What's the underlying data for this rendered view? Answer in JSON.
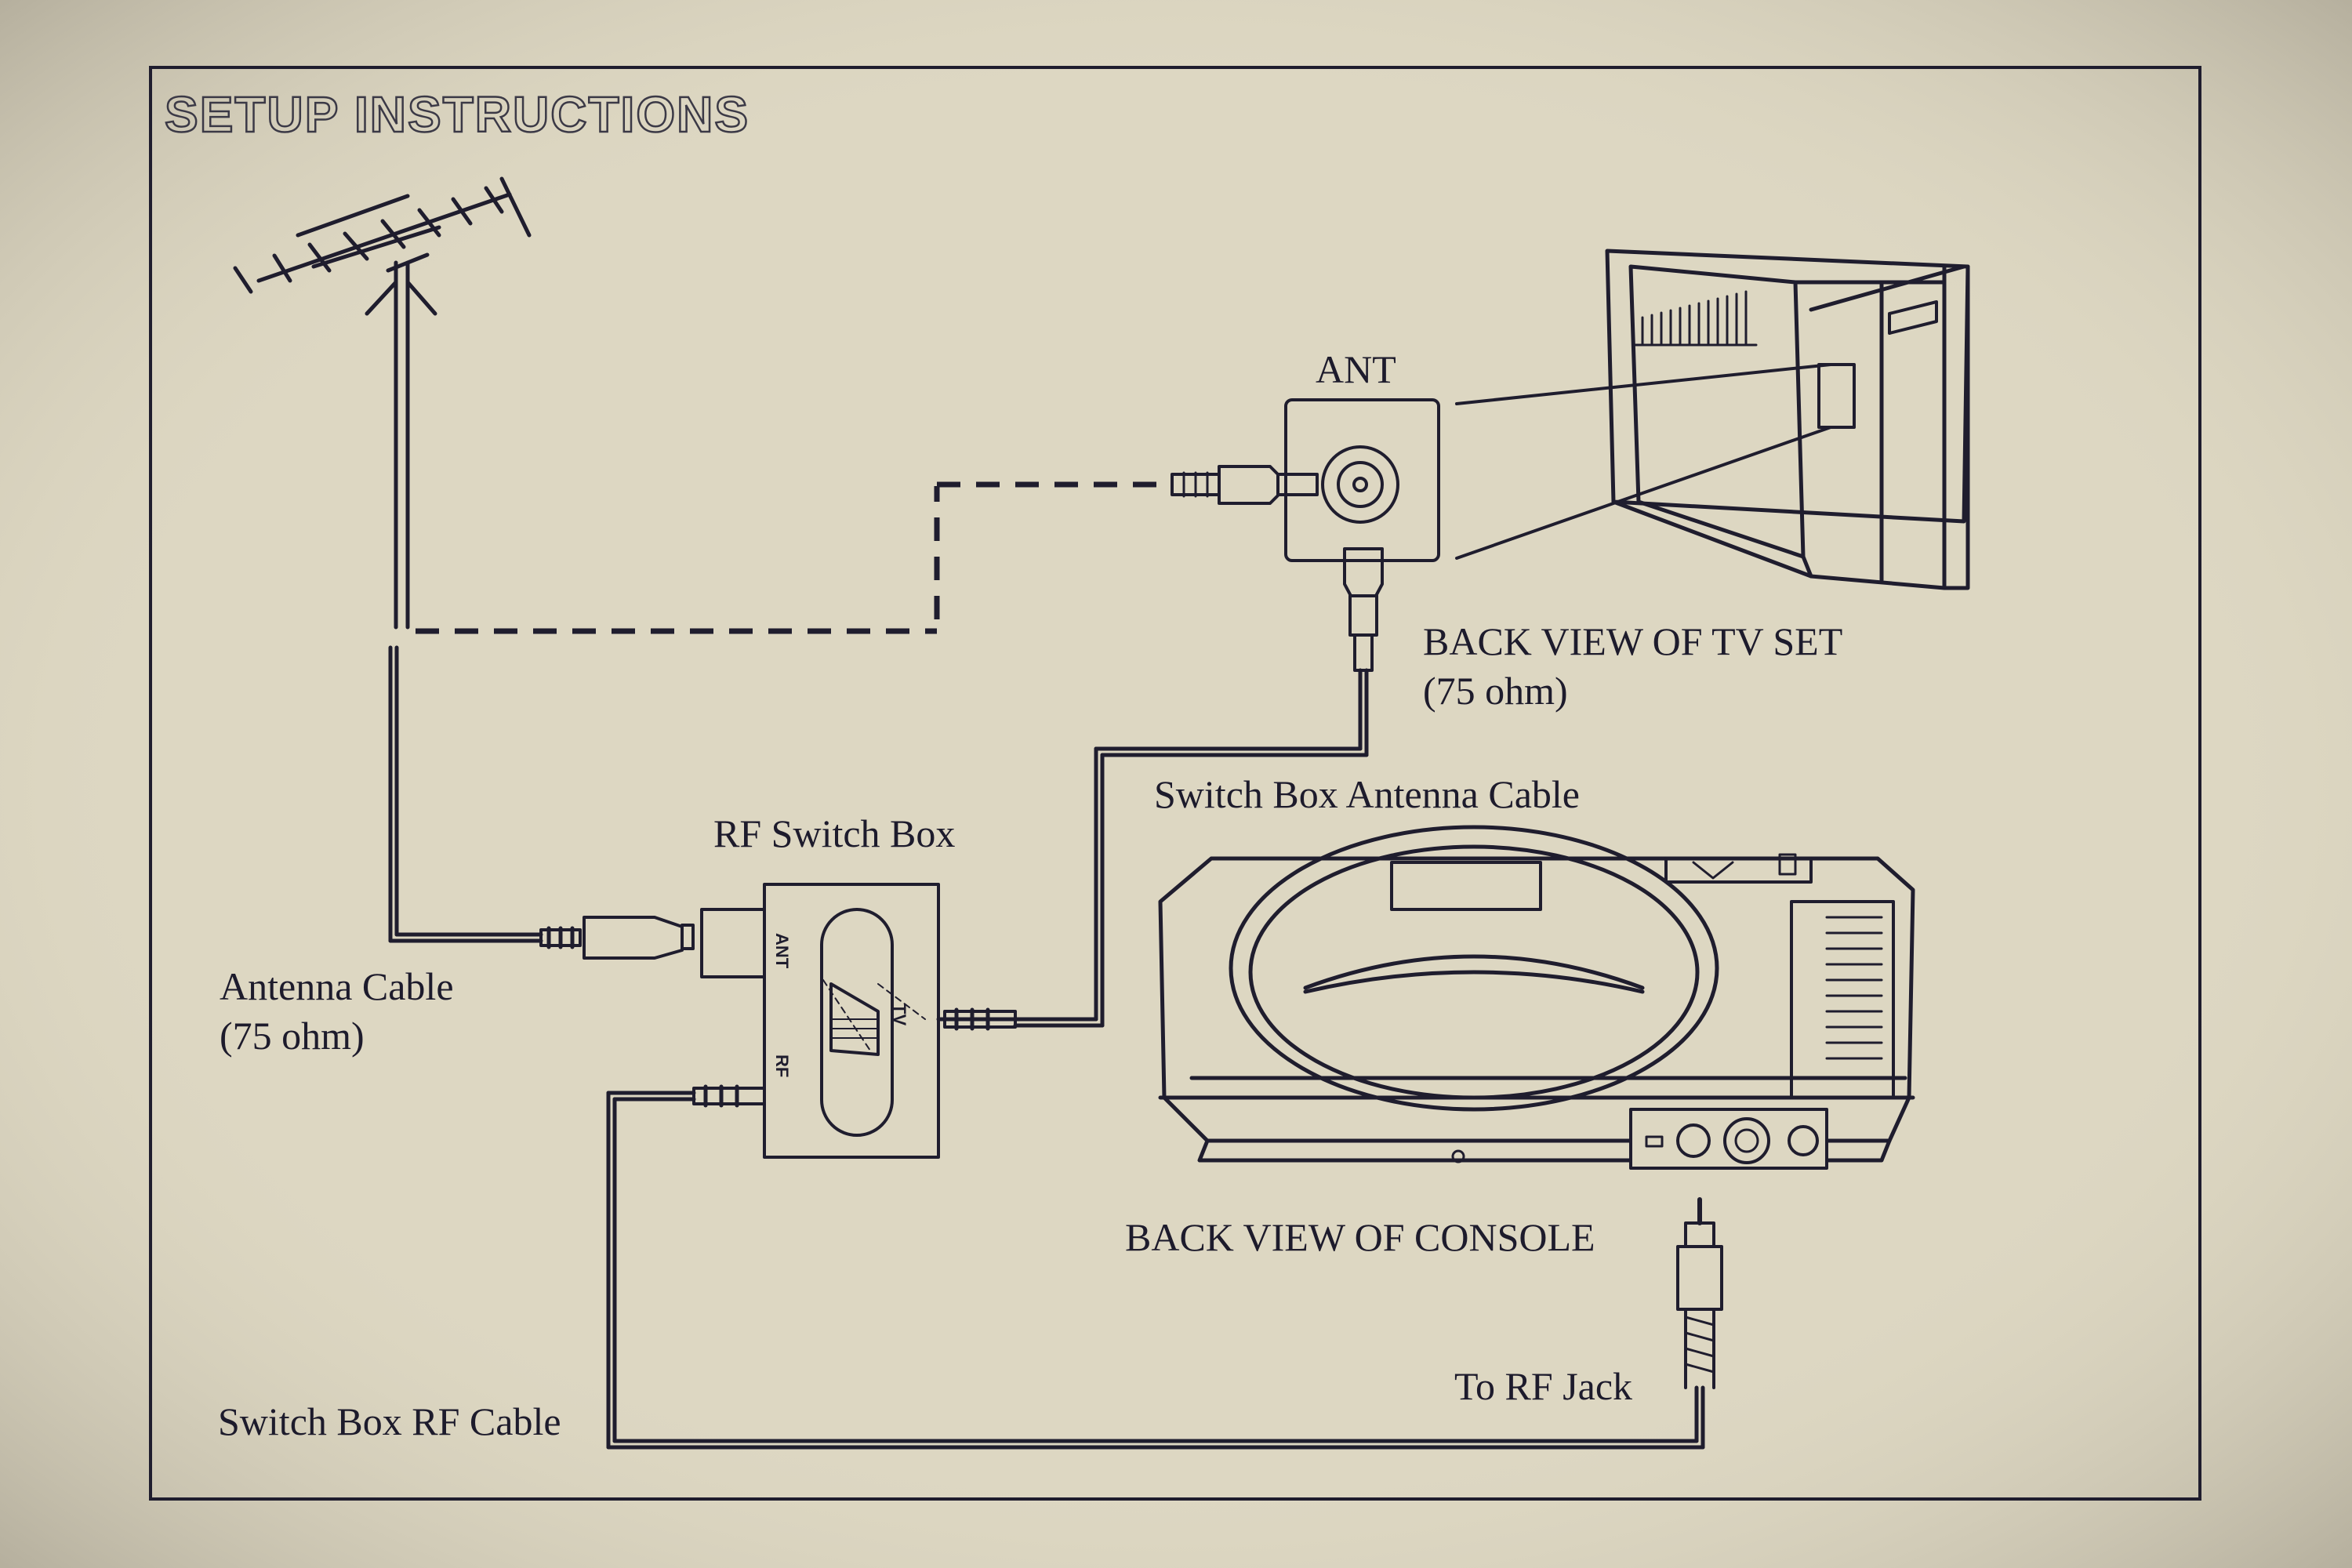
{
  "title": "SETUP INSTRUCTIONS",
  "labels": {
    "ant": "ANT",
    "tv_back_view": "BACK VIEW OF TV SET",
    "tv_impedance": "(75 ohm)",
    "switch_box_antenna_cable": "Switch Box Antenna Cable",
    "rf_switch_box": "RF Switch Box",
    "antenna_cable": "Antenna Cable",
    "antenna_impedance": "(75 ohm)",
    "console_back_view": "BACK VIEW OF CONSOLE",
    "to_rf_jack": "To RF Jack",
    "switch_box_rf_cable": "Switch Box RF Cable"
  },
  "switch_box_markings": {
    "ant": "ANT",
    "tv": "TV",
    "rf": "RF"
  },
  "colors": {
    "paper": "#d9d3bd",
    "ink": "#1f1d2e"
  }
}
